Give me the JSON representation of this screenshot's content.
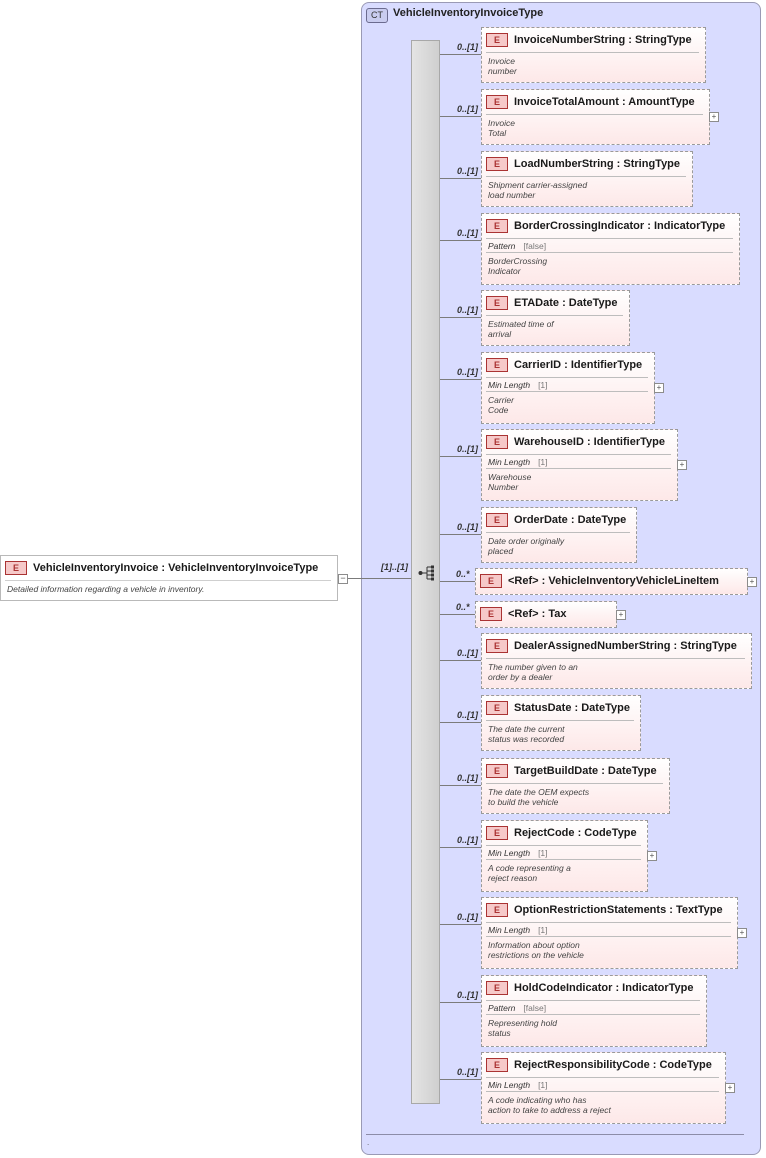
{
  "complex_type": {
    "badge": "CT",
    "name": "VehicleInventoryInvoiceType",
    "footer": "."
  },
  "root": {
    "badge": "E",
    "name": "VehicleInventoryInvoice : VehicleInventoryInvoiceType",
    "doc": "Detailed information regarding a vehicle in inventory.",
    "occurrence": "[1]..[1]"
  },
  "children": [
    {
      "badge": "E",
      "name": "InvoiceNumberString : StringType",
      "occurrence": "0..[1]",
      "doc": [
        "Invoice",
        "number"
      ]
    },
    {
      "badge": "E",
      "name": "InvoiceTotalAmount : AmountType",
      "occurrence": "0..[1]",
      "doc": [
        "Invoice",
        "Total"
      ],
      "expand": "+"
    },
    {
      "badge": "E",
      "name": "LoadNumberString : StringType",
      "occurrence": "0..[1]",
      "doc": [
        "Shipment carrier-assigned",
        "load number"
      ]
    },
    {
      "badge": "E",
      "name": "BorderCrossingIndicator : IndicatorType",
      "occurrence": "0..[1]",
      "facet_name": "Pattern",
      "facet_value": "[false]",
      "doc": [
        "BorderCrossing",
        "Indicator"
      ]
    },
    {
      "badge": "E",
      "name": "ETADate : DateType",
      "occurrence": "0..[1]",
      "doc": [
        "Estimated time of",
        "arrival"
      ]
    },
    {
      "badge": "E",
      "name": "CarrierID : IdentifierType",
      "occurrence": "0..[1]",
      "facet_name": "Min Length",
      "facet_value": "[1]",
      "doc": [
        "Carrier",
        "Code"
      ],
      "expand": "+"
    },
    {
      "badge": "E",
      "name": "WarehouseID : IdentifierType",
      "occurrence": "0..[1]",
      "facet_name": "Min Length",
      "facet_value": "[1]",
      "doc": [
        "Warehouse",
        "Number"
      ],
      "expand": "+"
    },
    {
      "badge": "E",
      "name": "OrderDate : DateType",
      "occurrence": "0..[1]",
      "doc": [
        "Date order originally",
        "placed"
      ]
    },
    {
      "badge": "E",
      "name": "<Ref>     : VehicleInventoryVehicleLineItem",
      "occurrence": "0..*",
      "expand": "+"
    },
    {
      "badge": "E",
      "name": "<Ref>     : Tax",
      "occurrence": "0..*",
      "expand": "+"
    },
    {
      "badge": "E",
      "name": "DealerAssignedNumberString : StringType",
      "occurrence": "0..[1]",
      "doc": [
        "The number given to an",
        "order by a dealer"
      ]
    },
    {
      "badge": "E",
      "name": "StatusDate : DateType",
      "occurrence": "0..[1]",
      "doc": [
        "The date the current",
        "status was recorded"
      ]
    },
    {
      "badge": "E",
      "name": "TargetBuildDate : DateType",
      "occurrence": "0..[1]",
      "doc": [
        "The date the OEM expects",
        "to build the vehicle"
      ]
    },
    {
      "badge": "E",
      "name": "RejectCode : CodeType",
      "occurrence": "0..[1]",
      "facet_name": "Min Length",
      "facet_value": "[1]",
      "doc": [
        "A code representing a",
        "reject reason"
      ],
      "expand": "+"
    },
    {
      "badge": "E",
      "name": "OptionRestrictionStatements : TextType",
      "occurrence": "0..[1]",
      "facet_name": "Min Length",
      "facet_value": "[1]",
      "doc": [
        "Information about option",
        "restrictions on the vehicle"
      ],
      "expand": "+"
    },
    {
      "badge": "E",
      "name": "HoldCodeIndicator : IndicatorType",
      "occurrence": "0..[1]",
      "facet_name": "Pattern",
      "facet_value": "[false]",
      "doc": [
        "Representing hold",
        "status"
      ]
    },
    {
      "badge": "E",
      "name": "RejectResponsibilityCode : CodeType",
      "occurrence": "0..[1]",
      "facet_name": "Min Length",
      "facet_value": "[1]",
      "doc": [
        "A code indicating who has",
        "action to take to address a reject"
      ],
      "expand": "+"
    }
  ]
}
